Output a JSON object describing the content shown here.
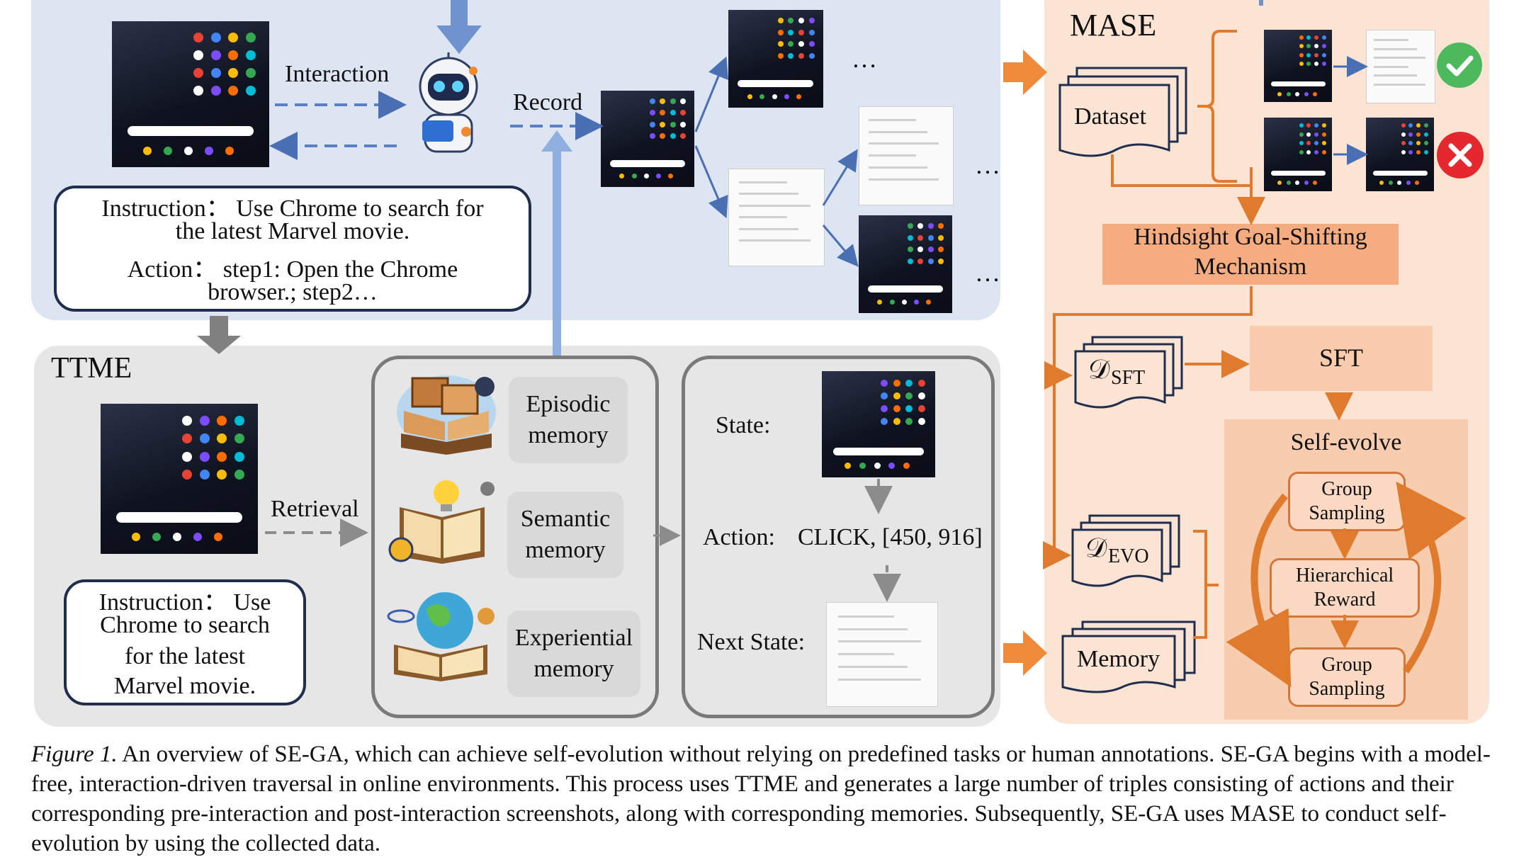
{
  "top": {
    "interaction_label": "Interaction",
    "record_label": "Record",
    "ellipsis": "…",
    "instruction_box": {
      "line1": "Instruction： Use Chrome to search for",
      "line2": "the latest Marvel movie.",
      "line3": "Action： step1: Open the Chrome",
      "line4": "browser.; step2…"
    }
  },
  "ttme": {
    "title": "TTME",
    "retrieval_label": "Retrieval",
    "instruction": {
      "line1": "Instruction： Use",
      "line2": "Chrome to search",
      "line3": "for the latest",
      "line4": "Marvel movie."
    },
    "memories": [
      {
        "line1": "Episodic",
        "line2": "memory"
      },
      {
        "line1": "Semantic",
        "line2": "memory"
      },
      {
        "line1": "Experiential",
        "line2": "memory"
      }
    ],
    "state_label": "State:",
    "action_label": "Action:",
    "action_value": "CLICK, [450, 916]",
    "next_state_label": "Next State:"
  },
  "mase": {
    "title": "MASE",
    "dataset_label": "Dataset",
    "hindsight_line1": "Hindsight Goal-Shifting",
    "hindsight_line2": "Mechanism",
    "d_sft_main": "𝒟",
    "d_sft_sub": "SFT",
    "d_evo_main": "𝒟",
    "d_evo_sub": "EVO",
    "sft_label": "SFT",
    "memory_label": "Memory",
    "self_evolve_title": "Self-evolve",
    "group_sampling_1_line1": "Group",
    "group_sampling_1_line2": "Sampling",
    "hier_reward_line1": "Hierarchical",
    "hier_reward_line2": "Reward",
    "group_sampling_2_line1": "Group",
    "group_sampling_2_line2": "Sampling",
    "success_icon": "check-icon",
    "fail_icon": "cross-icon"
  },
  "caption": {
    "label": "Figure 1.",
    "text": " An overview of SE-GA, which can achieve self-evolution without relying on predefined tasks or human annotations. SE-GA begins with a model-free, interaction-driven traversal in online environments. This process uses TTME and generates a large number of triples consisting of actions and their corresponding pre-interaction and post-interaction screenshots, along with corresponding memories. Subsequently, SE-GA uses MASE to conduct self-evolution by using the collected data."
  },
  "colors": {
    "top_panel": "#dde4f2",
    "ttme_panel": "#e5e5e5",
    "mase_panel": "#fbe3d3",
    "orange_arrow": "#ef8a3a",
    "blue_arrow": "#6f93cf",
    "navy": "#1f2e4c",
    "check": "#4cba5c",
    "cross": "#e5282d"
  }
}
